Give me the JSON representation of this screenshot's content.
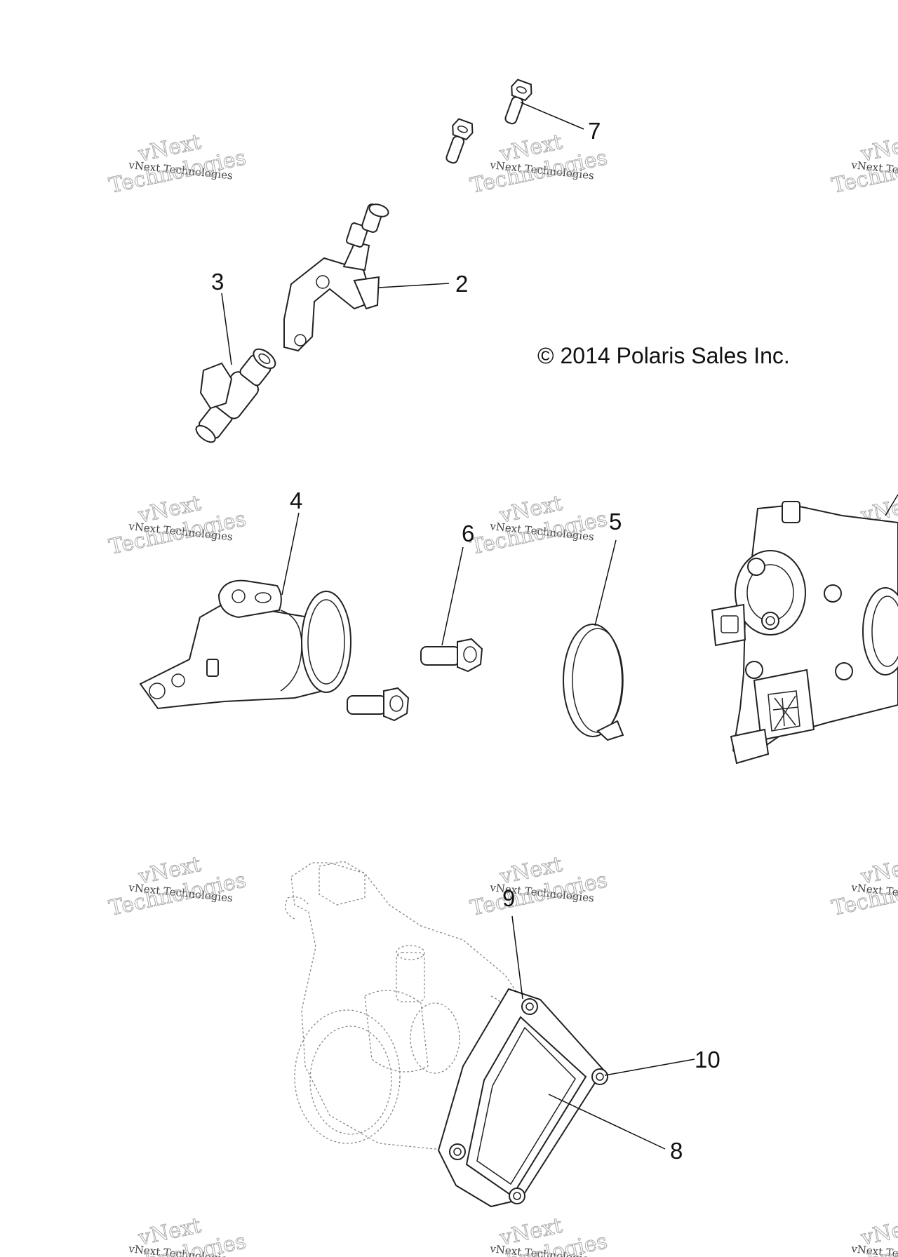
{
  "copyright": "© 2014 Polaris Sales Inc.",
  "watermark": {
    "line1": "vNext",
    "line2": "vNext Technologies",
    "line3": "Technologies"
  },
  "callouts": {
    "item2": "2",
    "item3": "3",
    "item4": "4",
    "item5": "5",
    "item6": "6",
    "item7": "7",
    "item8": "8",
    "item9": "9",
    "item10": "10"
  }
}
